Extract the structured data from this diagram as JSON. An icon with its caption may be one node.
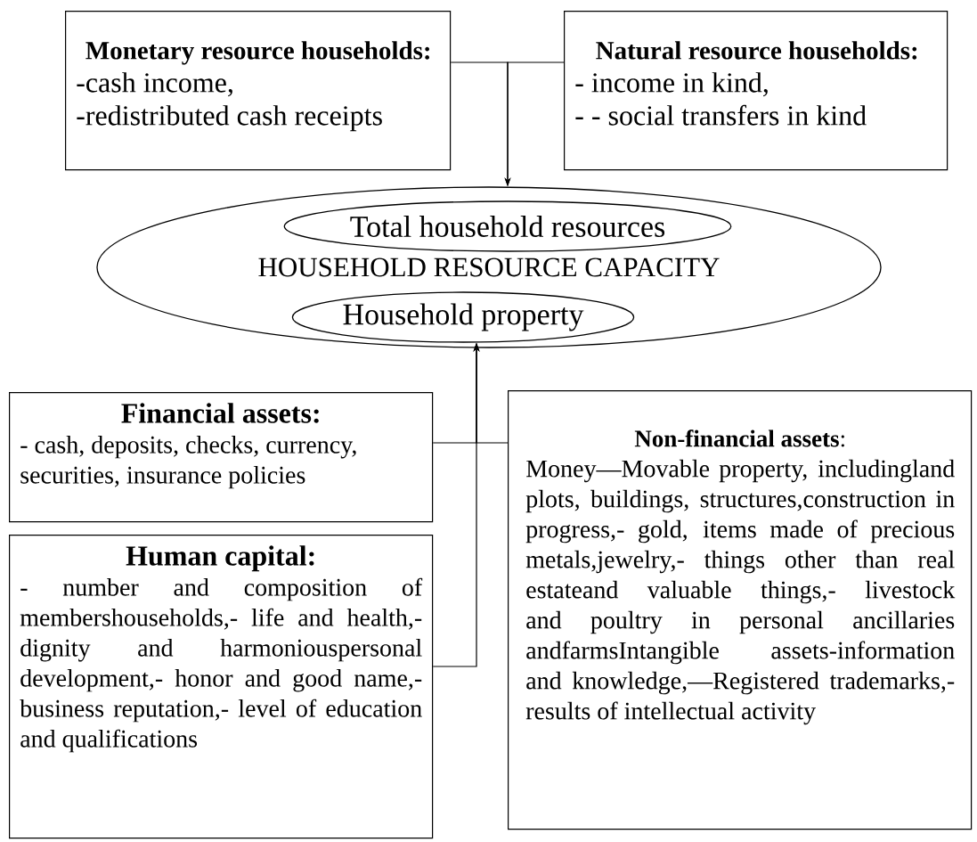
{
  "diagram": {
    "nodes": [
      {
        "text": [
          "Monetary resource households:",
          "-cash income,",
          "-redistributed cash receipts"
        ]
      },
      {
        "text": [
          "Natural resource households:",
          "- income in kind,",
          "- - social transfers in kind"
        ]
      },
      {
        "text": [
          "HOUSEHOLD RESOURCE CAPACITY"
        ]
      },
      {
        "text": [
          "Total household resources"
        ],
        "in": 2
      },
      {
        "text": [
          "Household property"
        ],
        "in": 2
      },
      {
        "text": [
          "Financial assets:",
          "- cash, deposits, checks, currency, securities, insurance policies"
        ]
      },
      {
        "text": [
          "Human capital:",
          "- number and composition of membershouseholds,- life and health,- dignity and harmoniouspersonal development,- honor and good name,-business reputation,- level of education and qualifications"
        ]
      },
      {
        "text": [
          "**Non-financial assets**:",
          "Money—Movable property, includingland plots, buildings, structures,construction in progress,- gold, items made of precious metals,jewelry,- things other than real estateand valuable things,- livestock and poultry in personal ancillaries andfarmsIntangible assets-information and knowledge,—Registered trademarks,- results of intellectual activity"
        ]
      }
    ],
    "edges": [
      {
        "from": 0,
        "to": 2,
        "arrow": "to"
      },
      {
        "from": 1,
        "to": 2,
        "arrow": "to"
      },
      {
        "from": 5,
        "to": 4,
        "arrow": "to"
      },
      {
        "from": 6,
        "to": 4,
        "arrow": "to"
      },
      {
        "from": 7,
        "to": 4,
        "arrow": "to"
      }
    ]
  }
}
